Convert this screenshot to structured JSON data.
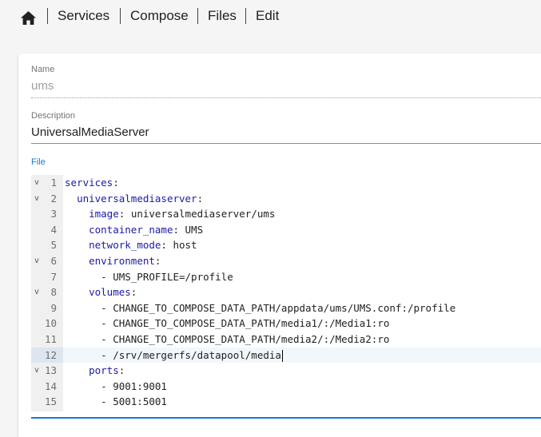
{
  "nav": {
    "home_icon": "home-icon",
    "breadcrumbs": [
      "Services",
      "Compose",
      "Files",
      "Edit"
    ]
  },
  "form": {
    "name_label": "Name",
    "name_value": "ums",
    "description_label": "Description",
    "description_value": "UniversalMediaServer",
    "file_label": "File"
  },
  "editor": {
    "active_line": 12,
    "lines": [
      {
        "num": "1",
        "fold": true,
        "indent": "",
        "key": "services",
        "sep": ":",
        "value": ""
      },
      {
        "num": "2",
        "fold": true,
        "indent": "  ",
        "key": "universalmediaserver",
        "sep": ":",
        "value": ""
      },
      {
        "num": "3",
        "fold": false,
        "indent": "    ",
        "key": "image",
        "sep": ": ",
        "value": "universalmediaserver/ums"
      },
      {
        "num": "4",
        "fold": false,
        "indent": "    ",
        "key": "container_name",
        "sep": ": ",
        "value": "UMS"
      },
      {
        "num": "5",
        "fold": false,
        "indent": "    ",
        "key": "network_mode",
        "sep": ": ",
        "value": "host"
      },
      {
        "num": "6",
        "fold": true,
        "indent": "    ",
        "key": "environment",
        "sep": ":",
        "value": ""
      },
      {
        "num": "7",
        "fold": false,
        "indent": "      ",
        "key": "",
        "sep": "",
        "value": "- UMS_PROFILE=/profile"
      },
      {
        "num": "8",
        "fold": true,
        "indent": "    ",
        "key": "volumes",
        "sep": ":",
        "value": ""
      },
      {
        "num": "9",
        "fold": false,
        "indent": "      ",
        "key": "",
        "sep": "",
        "value": "- CHANGE_TO_COMPOSE_DATA_PATH/appdata/ums/UMS.conf:/profile"
      },
      {
        "num": "10",
        "fold": false,
        "indent": "      ",
        "key": "",
        "sep": "",
        "value": "- CHANGE_TO_COMPOSE_DATA_PATH/media1/:/Media1:ro"
      },
      {
        "num": "11",
        "fold": false,
        "indent": "      ",
        "key": "",
        "sep": "",
        "value": "- CHANGE_TO_COMPOSE_DATA_PATH/media2/:/Media2:ro"
      },
      {
        "num": "12",
        "fold": false,
        "indent": "      ",
        "key": "",
        "sep": "",
        "value": "- /srv/mergerfs/datapool/media"
      },
      {
        "num": "13",
        "fold": true,
        "indent": "    ",
        "key": "ports",
        "sep": ":",
        "value": ""
      },
      {
        "num": "14",
        "fold": false,
        "indent": "      ",
        "key": "",
        "sep": "",
        "value": "- 9001:9001"
      },
      {
        "num": "15",
        "fold": false,
        "indent": "      ",
        "key": "",
        "sep": "",
        "value": "- 5001:5001"
      }
    ],
    "fold_glyph": "v"
  },
  "colors": {
    "accent": "#1976d2",
    "yaml_key": "#1a1aa6",
    "gutter_bg": "#f0f0f0",
    "active_line_bg": "#f2f7fc"
  }
}
